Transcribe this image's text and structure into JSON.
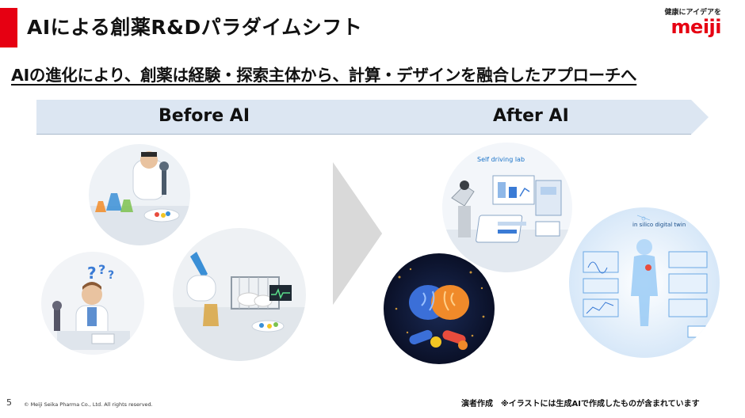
{
  "header": {
    "title": "AIによる創薬R&Dパラダイムシフト",
    "logo_tagline": "健康にアイデアを",
    "logo_word": "meiji"
  },
  "subtitle": "AIの進化により、創薬は経験・探索主体から、計算・デザインを融合したアプローチへ",
  "timeline": {
    "before_label": "Before AI",
    "after_label": "After AI"
  },
  "illustrations": {
    "self_driving_lab_label": "Self driving lab",
    "digital_twin_label": "in silico digital twin"
  },
  "footer": {
    "page_number": "5",
    "copyright": "© Meiji Seika Pharma Co., Ltd. All rights reserved.",
    "note": "演者作成　※イラストには生成AIで作成したものが含まれています"
  },
  "colors": {
    "brand_red": "#e60012",
    "timeline_fill": "#dce6f2",
    "chevron_gray": "#d9d9d9"
  }
}
